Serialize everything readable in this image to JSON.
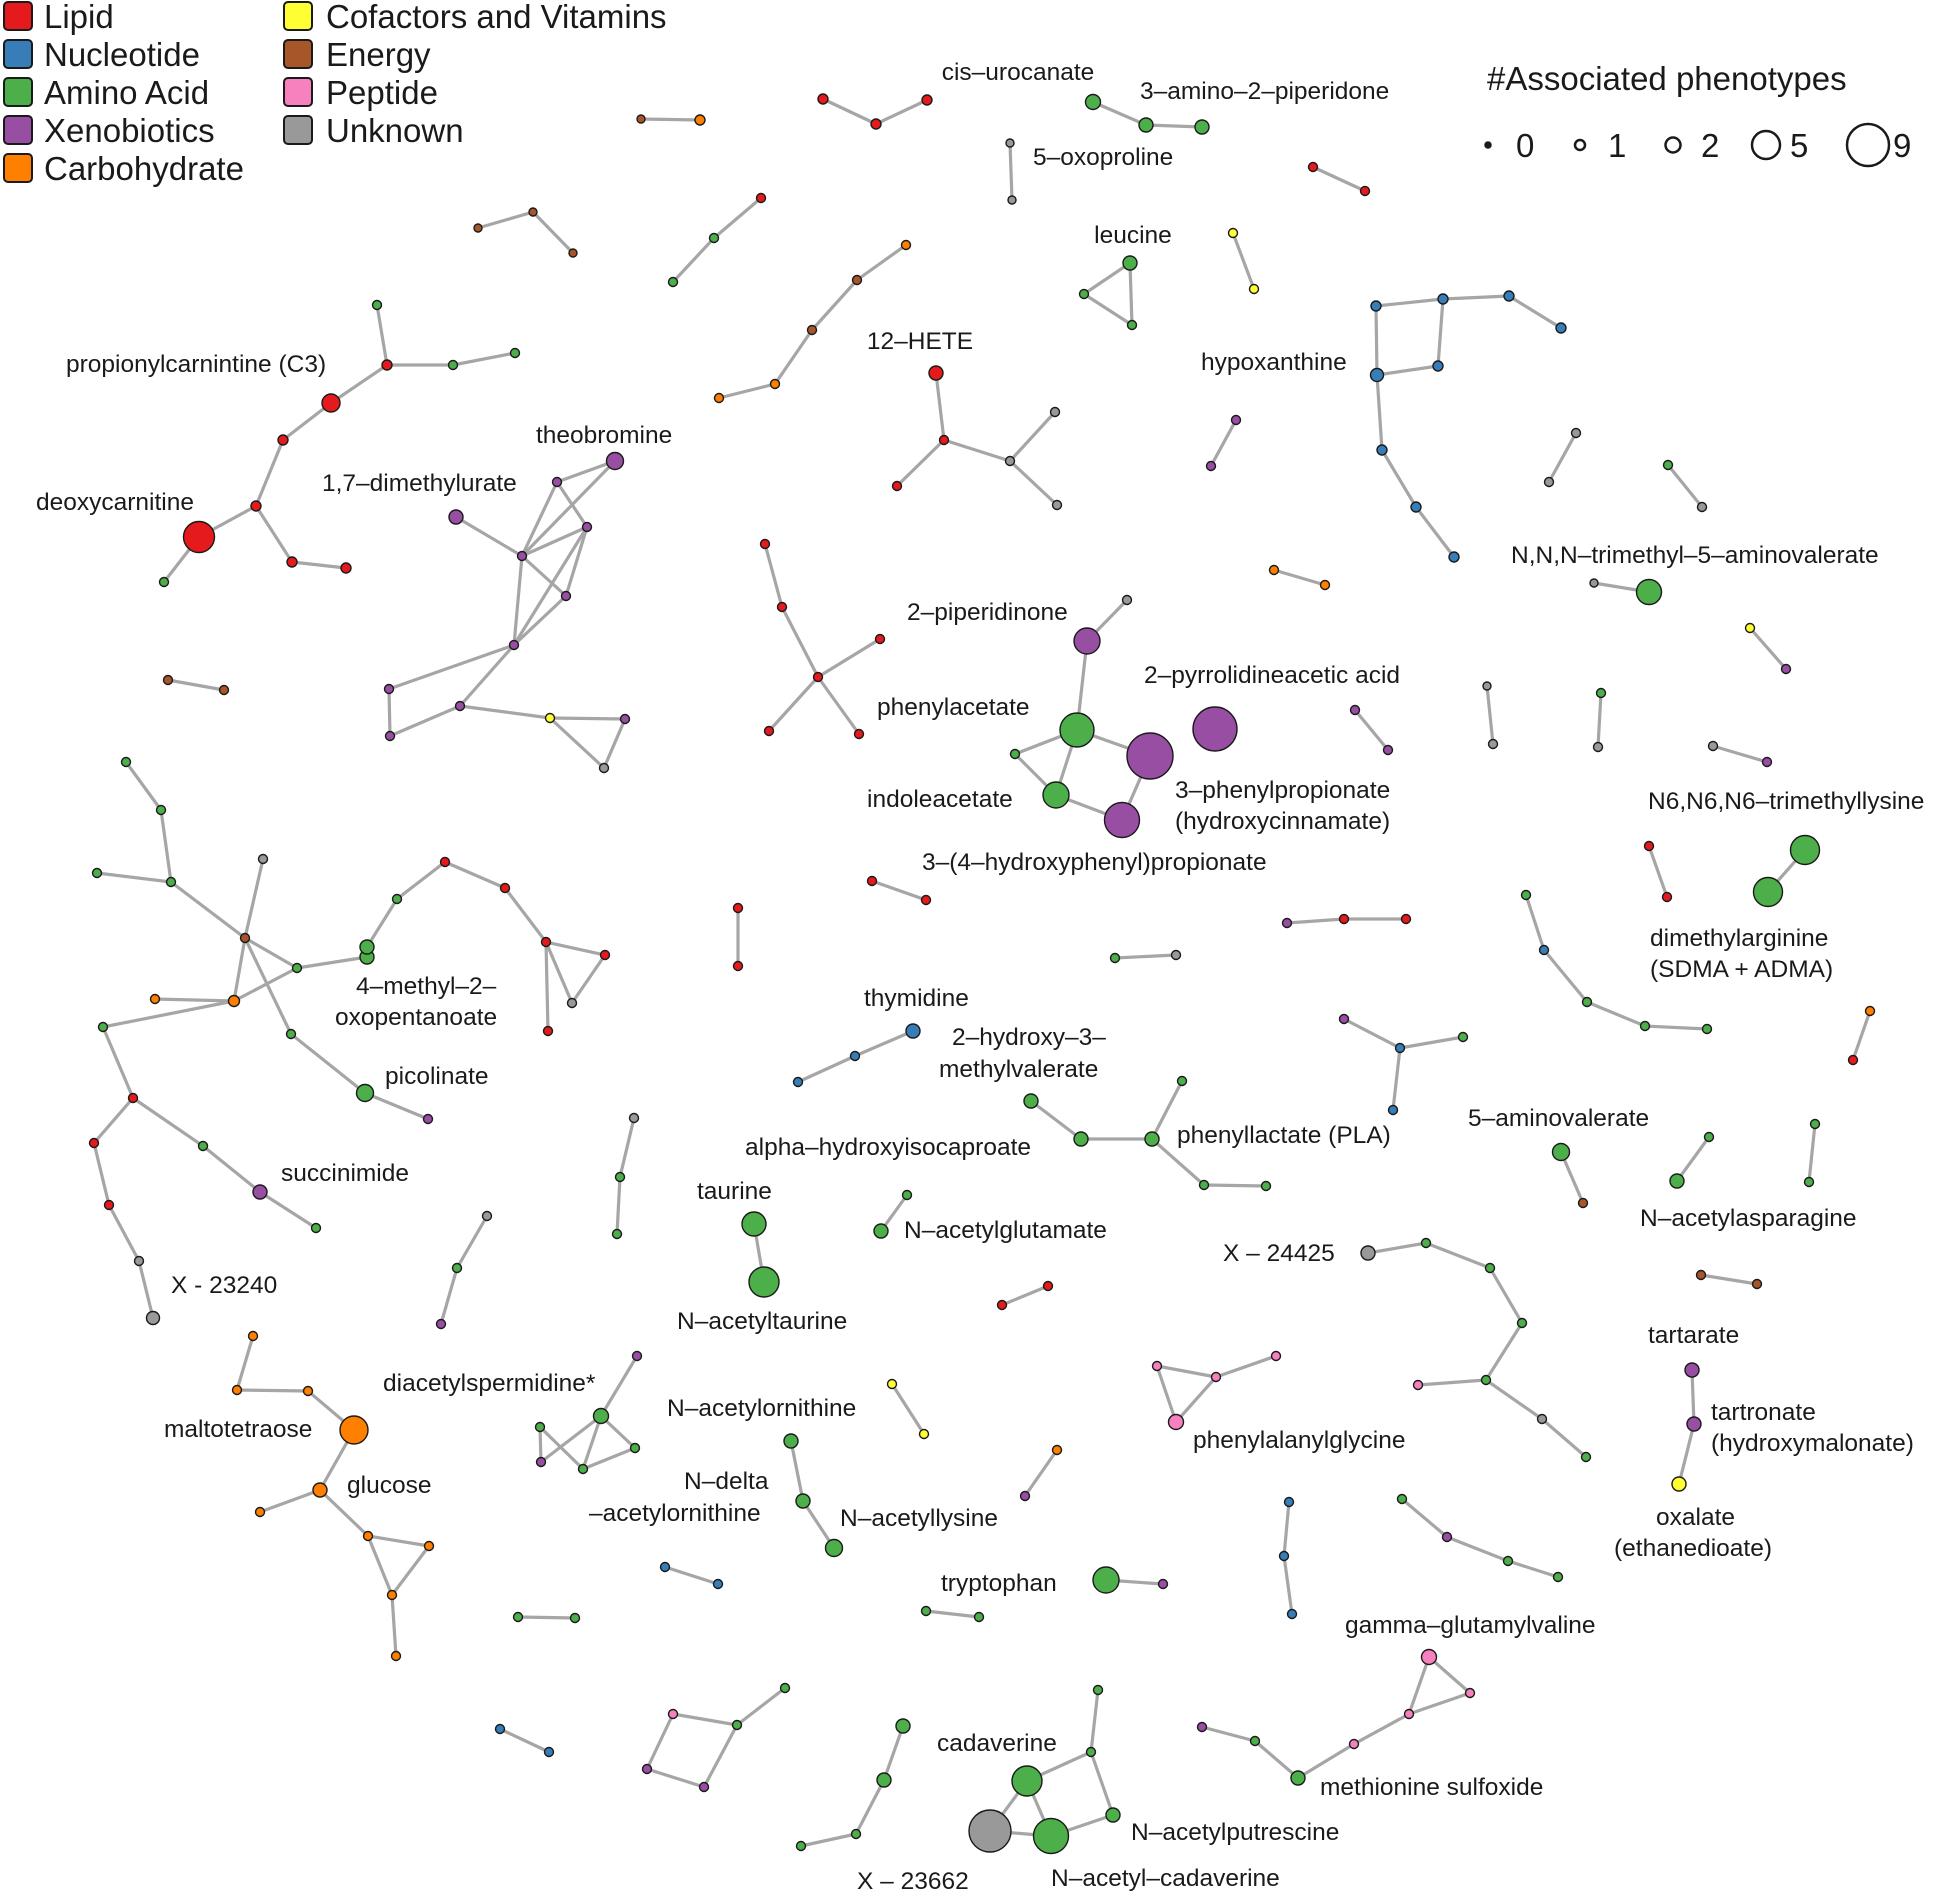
{
  "legend": {
    "categories": [
      {
        "key": "lipid",
        "label": "Lipid",
        "color": "#e41a1c"
      },
      {
        "key": "nucleotide",
        "label": "Nucleotide",
        "color": "#377eb8"
      },
      {
        "key": "aminoacid",
        "label": "Amino Acid",
        "color": "#4daf4a"
      },
      {
        "key": "xenobiotics",
        "label": "Xenobiotics",
        "color": "#984ea3"
      },
      {
        "key": "carbohydrate",
        "label": "Carbohydrate",
        "color": "#ff7f00"
      },
      {
        "key": "cofactors",
        "label": "Cofactors and Vitamins",
        "color": "#ffff33"
      },
      {
        "key": "energy",
        "label": "Energy",
        "color": "#a65628"
      },
      {
        "key": "peptide",
        "label": "Peptide",
        "color": "#f781bf"
      },
      {
        "key": "unknown",
        "label": "Unknown",
        "color": "#999999"
      }
    ]
  },
  "size_legend": {
    "title": "#Associated phenotypes",
    "entries": [
      {
        "value": 0,
        "label": "0"
      },
      {
        "value": 1,
        "label": "1"
      },
      {
        "value": 2,
        "label": "2"
      },
      {
        "value": 5,
        "label": "5"
      },
      {
        "value": 9,
        "label": "9"
      }
    ]
  },
  "labels": [
    "cis–urocanate",
    "3–amino–2–piperidone",
    "5–oxoproline",
    "leucine",
    "hypoxanthine",
    "12–HETE",
    "propionylcarnintine (C3)",
    "deoxycarnitine",
    "theobromine",
    "1,7–dimethylurate",
    "N,N,N–trimethyl–5–aminovalerate",
    "2–piperidinone",
    "2–pyrrolidineacetic acid",
    "phenylacetate",
    "indoleacetate",
    "3–phenylpropionate",
    "(hydroxycinnamate)",
    "3–(4–hydroxyphenyl)propionate",
    "N6,N6,N6–trimethyllysine",
    "dimethylarginine",
    "(SDMA + ADMA)",
    "4–methyl–2–",
    "oxopentanoate",
    "thymidine",
    "2–hydroxy–3–",
    "methylvalerate",
    "picolinate",
    "alpha–hydroxyisocaproate",
    "phenyllactate (PLA)",
    "5–aminovalerate",
    "succinimide",
    "taurine",
    "N–acetylglutamate",
    "N–acetylasparagine",
    "X – 24425",
    "X - 23240",
    "N–acetyltaurine",
    "tartarate",
    "diacetylspermidine*",
    "N–acetylornithine",
    "maltotetraose",
    "tartronate",
    "(hydroxymalonate)",
    "phenylalanylglycine",
    "N–delta",
    "–acetylornithine",
    "glucose",
    "N–acetyllysine",
    "oxalate",
    "(ethanedioate)",
    "tryptophan",
    "gamma–glutamylvaline",
    "cadaverine",
    "methionine sulfoxide",
    "N–acetylputrescine",
    "X – 23662",
    "N–acetyl–cadaverine"
  ]
}
